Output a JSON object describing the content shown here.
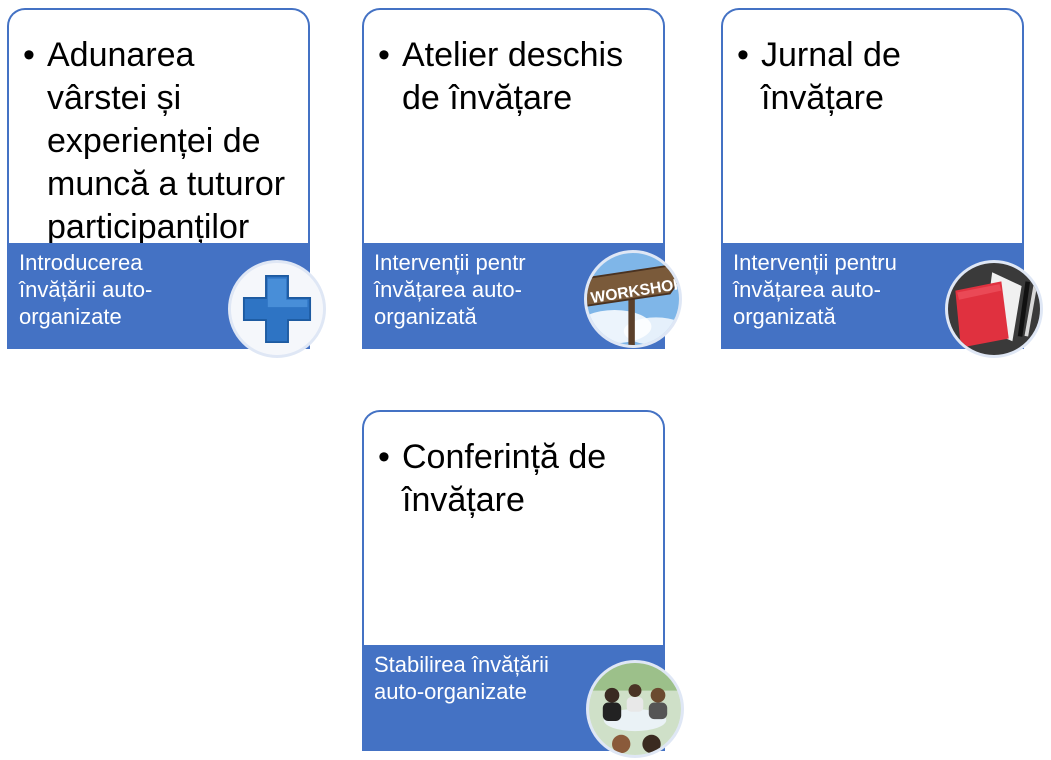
{
  "cards": [
    {
      "bullet": "Adunarea vârstei și experienței de muncă a tuturor participanților",
      "bottom": "Introducerea învățării auto-organizate",
      "icon": "medical-plus-icon"
    },
    {
      "bullet": "Atelier deschis de învățare",
      "bottom": "Intervenții pentr învățarea auto-organizată",
      "icon": "workshop-sign-image",
      "sign_text": "WORKSHOP"
    },
    {
      "bullet": "Jurnal de învățare",
      "bottom": " Intervenții pentru învățarea auto-organizată",
      "icon": "notebook-pens-image"
    },
    {
      "bullet": "Conferință de învățare",
      "bottom": "Stabilirea învățării auto-organizate",
      "icon": "group-meeting-image"
    }
  ],
  "colors": {
    "accent": "#4472c4",
    "plus_blue": "#2e74c4",
    "notebook_red": "#e0313f"
  }
}
